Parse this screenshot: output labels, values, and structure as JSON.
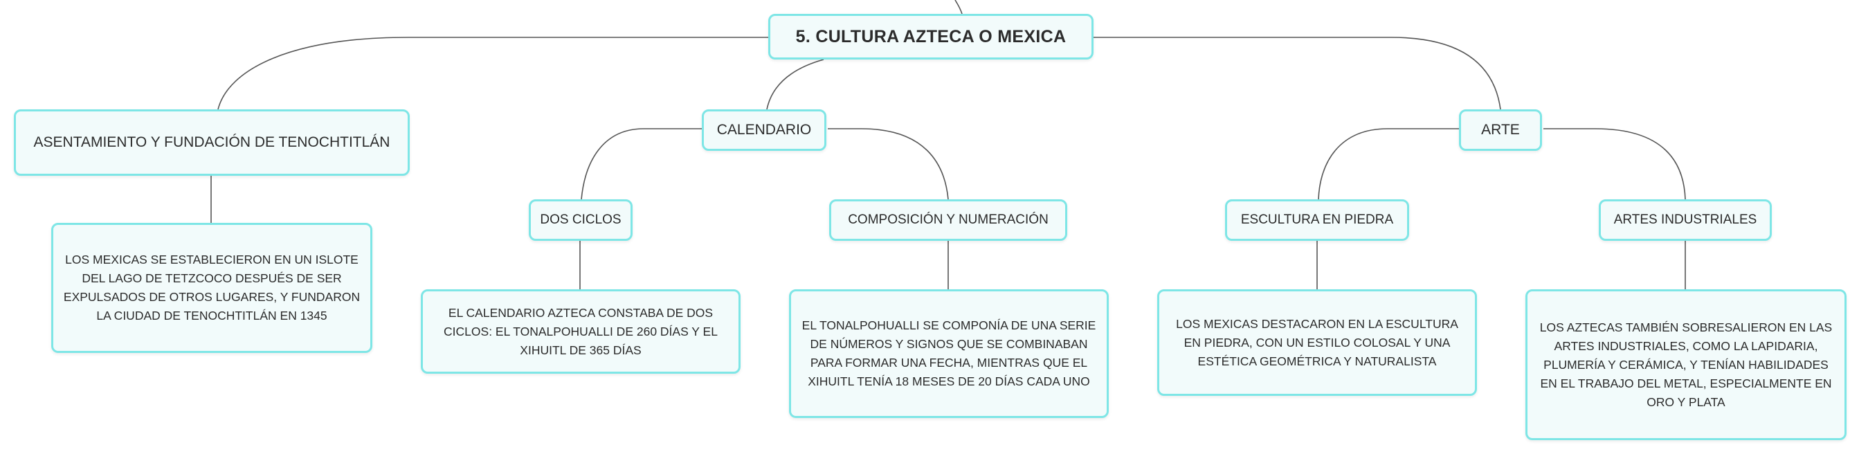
{
  "root": {
    "title": "5. CULTURA AZTECA O MEXICA"
  },
  "branches": {
    "asentamiento": {
      "label": "ASENTAMIENTO Y FUNDACIÓN DE TENOCHTITLÁN",
      "detail": "LOS MEXICAS SE ESTABLECIERON EN UN ISLOTE DEL LAGO DE TETZCOCO DESPUÉS DE SER EXPULSADOS DE OTROS LUGARES, Y FUNDARON LA CIUDAD DE TENOCHTITLÁN EN 1345"
    },
    "calendario": {
      "label": "CALENDARIO",
      "dos_ciclos": {
        "label": "DOS CICLOS",
        "detail": "EL CALENDARIO AZTECA CONSTABA DE DOS CICLOS: EL TONALPOHUALLI DE 260 DÍAS Y EL XIHUITL DE 365 DÍAS"
      },
      "composicion": {
        "label": "COMPOSICIÓN Y NUMERACIÓN",
        "detail": "EL TONALPOHUALLI SE COMPONÍA DE UNA SERIE DE NÚMEROS Y SIGNOS QUE SE COMBINABAN PARA FORMAR UNA FECHA, MIENTRAS QUE EL XIHUITL TENÍA 18 MESES DE 20 DÍAS CADA UNO"
      }
    },
    "arte": {
      "label": "ARTE",
      "escultura": {
        "label": "ESCULTURA EN PIEDRA",
        "detail": "LOS MEXICAS DESTACARON EN LA ESCULTURA EN PIEDRA, CON UN ESTILO COLOSAL Y UNA ESTÉTICA GEOMÉTRICA Y NATURALISTA"
      },
      "artes_industriales": {
        "label": "ARTES INDUSTRIALES",
        "detail": "LOS AZTECAS TAMBIÉN SOBRESALIERON EN LAS ARTES INDUSTRIALES, COMO LA LAPIDARIA, PLUMERÍA Y CERÁMICA, Y TENÍAN HABILIDADES EN EL TRABAJO DEL METAL, ESPECIALMENTE EN ORO Y PLATA"
      }
    }
  },
  "colors": {
    "node_border": "#7ee6e6",
    "node_fill": "#f2fbfb",
    "connector": "#555555"
  }
}
